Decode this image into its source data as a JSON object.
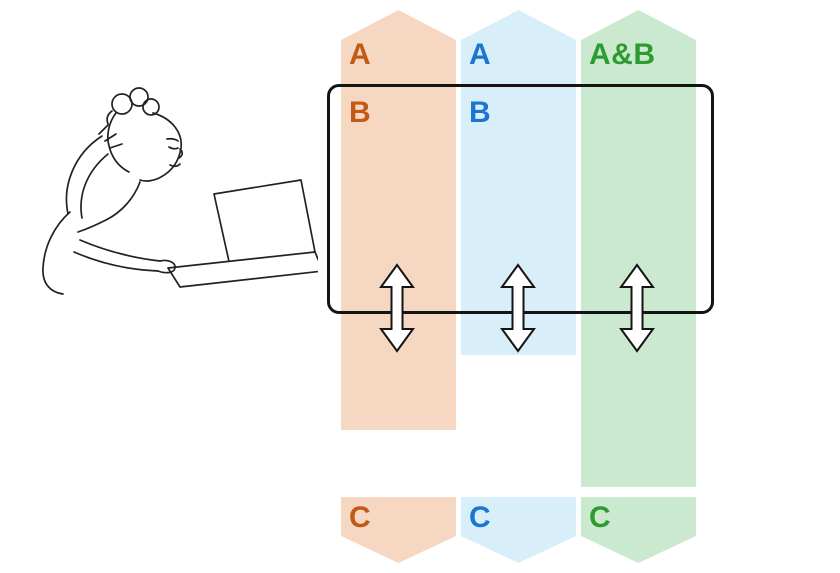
{
  "canvas": {
    "background": "#ffffff"
  },
  "illustration": {
    "name": "person-thinking-at-laptop",
    "stroke": "#222222"
  },
  "columns": [
    {
      "name": "left",
      "fill": "#F6D8C2",
      "label_color": "#C05A16",
      "top_label": "A",
      "box_label": "B",
      "bottom_label": "C"
    },
    {
      "name": "middle",
      "fill": "#D8EEF9",
      "label_color": "#1B76D2",
      "top_label": "A",
      "box_label": "B",
      "bottom_label": "C"
    },
    {
      "name": "right",
      "fill": "#CBE9CF",
      "label_color": "#2E9B30",
      "top_label": "A&B",
      "box_label": "",
      "bottom_label": "C"
    }
  ],
  "box": {
    "border_color": "#141414"
  },
  "arrows": [
    {
      "icon": "up-down-arrow"
    },
    {
      "icon": "up-down-arrow"
    },
    {
      "icon": "up-down-arrow"
    }
  ]
}
